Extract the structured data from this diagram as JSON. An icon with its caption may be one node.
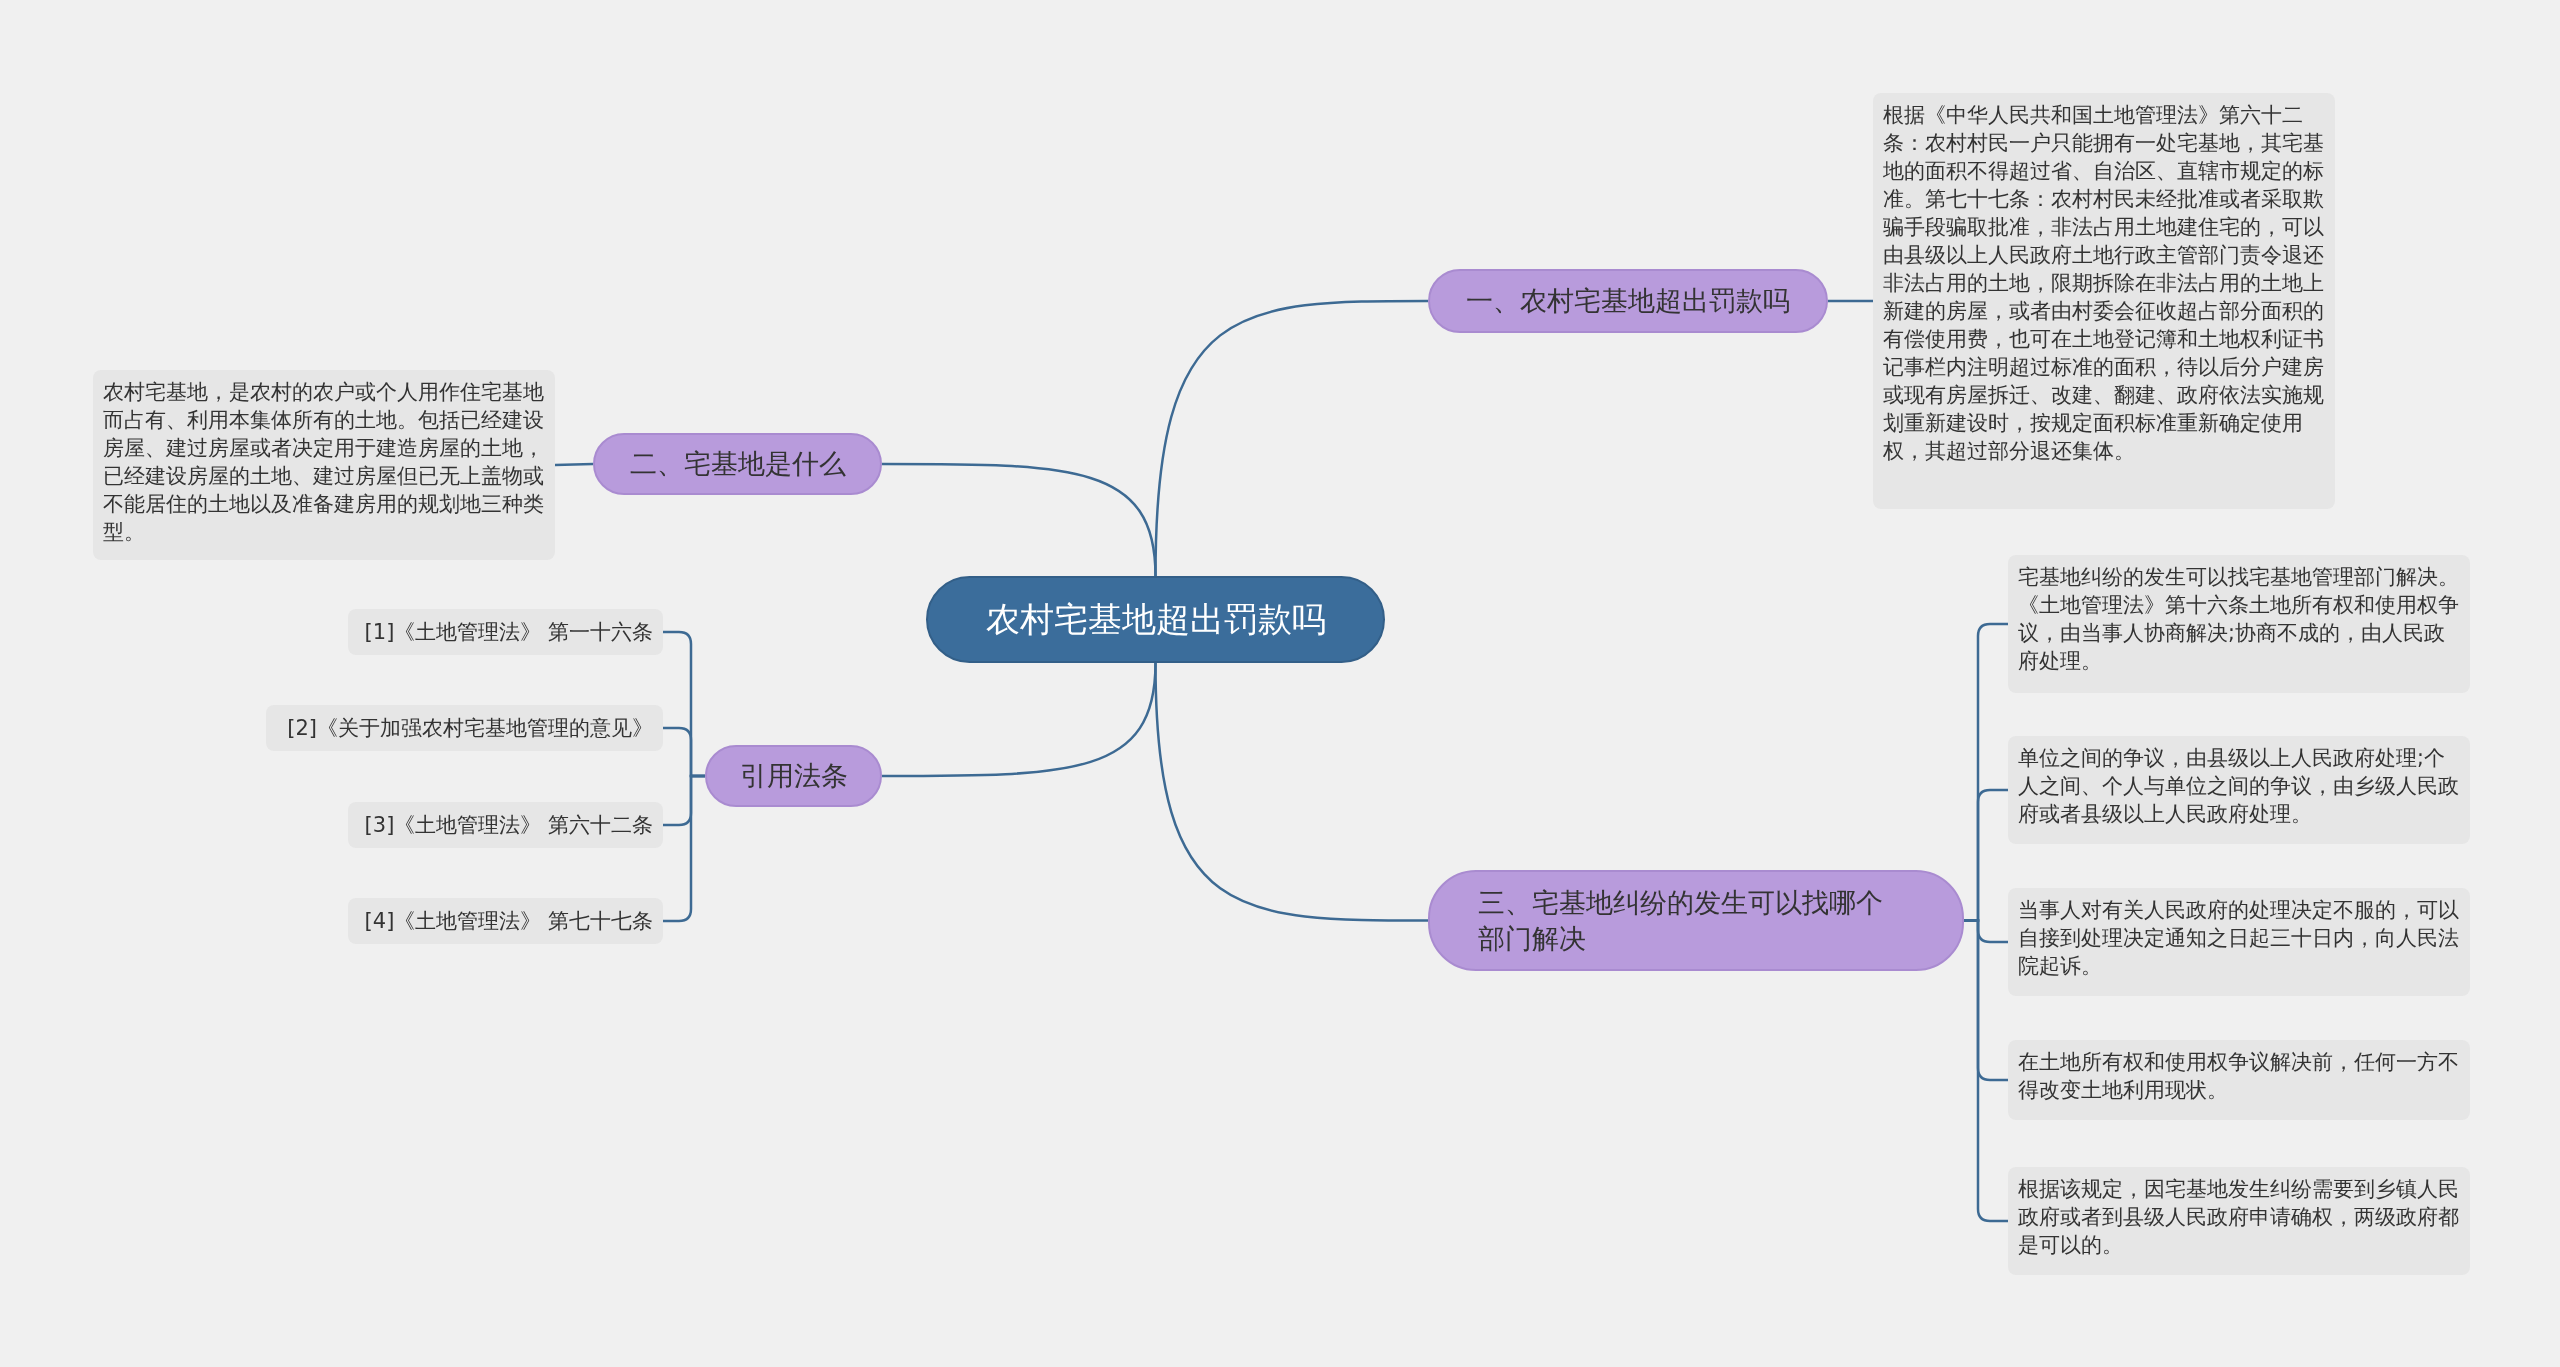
{
  "diagram": {
    "nodes": [
      {
        "text": [
          "农村宅基地超出罚款吗"
        ]
      },
      {
        "text": [
          "一、农村宅基地超出罚款吗"
        ]
      },
      {
        "text": [
          "根据《中华人民共和国土地管理法》第六十二条：农村村民一户只能拥有一处宅基地，其宅基地的面积不得超过省、自治区、直辖市规定的标准。第七十七条：农村村民未经批准或者采取欺骗手段骗取批准，非法占用土地建住宅的，可以由县级以上人民政府土地行政主管部门责令退还非法占用的土地，限期拆除在非法占用的土地上新建的房屋，或者由村委会征收超占部分面积的有偿使用费，也可在土地登记簿和土地权利证书记事栏内注明超过标准的面积，待以后分户建房或现有房屋拆迁、改建、翻建、政府依法实施规划重新建设时，按规定面积标准重新确定使用权，其超过部分退还集体。"
        ]
      },
      {
        "text": [
          "二、宅基地是什么"
        ]
      },
      {
        "text": [
          "农村宅基地，是农村的农户或个人用作住宅基地而占有、利用本集体所有的土地。包括已经建设房屋、建过房屋或者决定用于建造房屋的土地，已经建设房屋的土地、建过房屋但已无上盖物或不能居住的土地以及准备建房用的规划地三种类型。"
        ]
      },
      {
        "text": [
          "引用法条"
        ]
      },
      {
        "text": [
          "[1]《土地管理法》 第一十六条"
        ]
      },
      {
        "text": [
          "[2]《关于加强农村宅基地管理的意见》"
        ]
      },
      {
        "text": [
          "[3]《土地管理法》 第六十二条"
        ]
      },
      {
        "text": [
          "[4]《土地管理法》 第七十七条"
        ]
      },
      {
        "text": [
          "三、宅基地纠纷的发生可以找哪个部门解决"
        ]
      },
      {
        "text": [
          "宅基地纠纷的发生可以找宅基地管理部门解决。《土地管理法》第十六条土地所有权和使用权争议，由当事人协商解决;协商不成的，由人民政府处理。"
        ]
      },
      {
        "text": [
          "单位之间的争议，由县级以上人民政府处理;个人之间、个人与单位之间的争议，由乡级人民政府或者县级以上人民政府处理。"
        ]
      },
      {
        "text": [
          "当事人对有关人民政府的处理决定不服的，可以自接到处理决定通知之日起三十日内，向人民法院起诉。"
        ]
      },
      {
        "text": [
          "在土地所有权和使用权争议解决前，任何一方不得改变土地利用现状。"
        ]
      },
      {
        "text": [
          "根据该规定，因宅基地发生纠纷需要到乡镇人民政府或者到县级人民政府申请确权，两级政府都是可以的。"
        ]
      }
    ],
    "edges": [
      {
        "from": 0,
        "to": 1,
        "arrow": "none"
      },
      {
        "from": 1,
        "to": 2,
        "arrow": "none"
      },
      {
        "from": 0,
        "to": 3,
        "arrow": "none"
      },
      {
        "from": 3,
        "to": 4,
        "arrow": "none"
      },
      {
        "from": 0,
        "to": 5,
        "arrow": "none"
      },
      {
        "from": 5,
        "to": 6,
        "arrow": "none"
      },
      {
        "from": 5,
        "to": 7,
        "arrow": "none"
      },
      {
        "from": 5,
        "to": 8,
        "arrow": "none"
      },
      {
        "from": 5,
        "to": 9,
        "arrow": "none"
      },
      {
        "from": 0,
        "to": 10,
        "arrow": "none"
      },
      {
        "from": 10,
        "to": 11,
        "arrow": "none"
      },
      {
        "from": 10,
        "to": 12,
        "arrow": "none"
      },
      {
        "from": 10,
        "to": 13,
        "arrow": "none"
      },
      {
        "from": 10,
        "to": 14,
        "arrow": "none"
      },
      {
        "from": 10,
        "to": 15,
        "arrow": "none"
      }
    ]
  }
}
